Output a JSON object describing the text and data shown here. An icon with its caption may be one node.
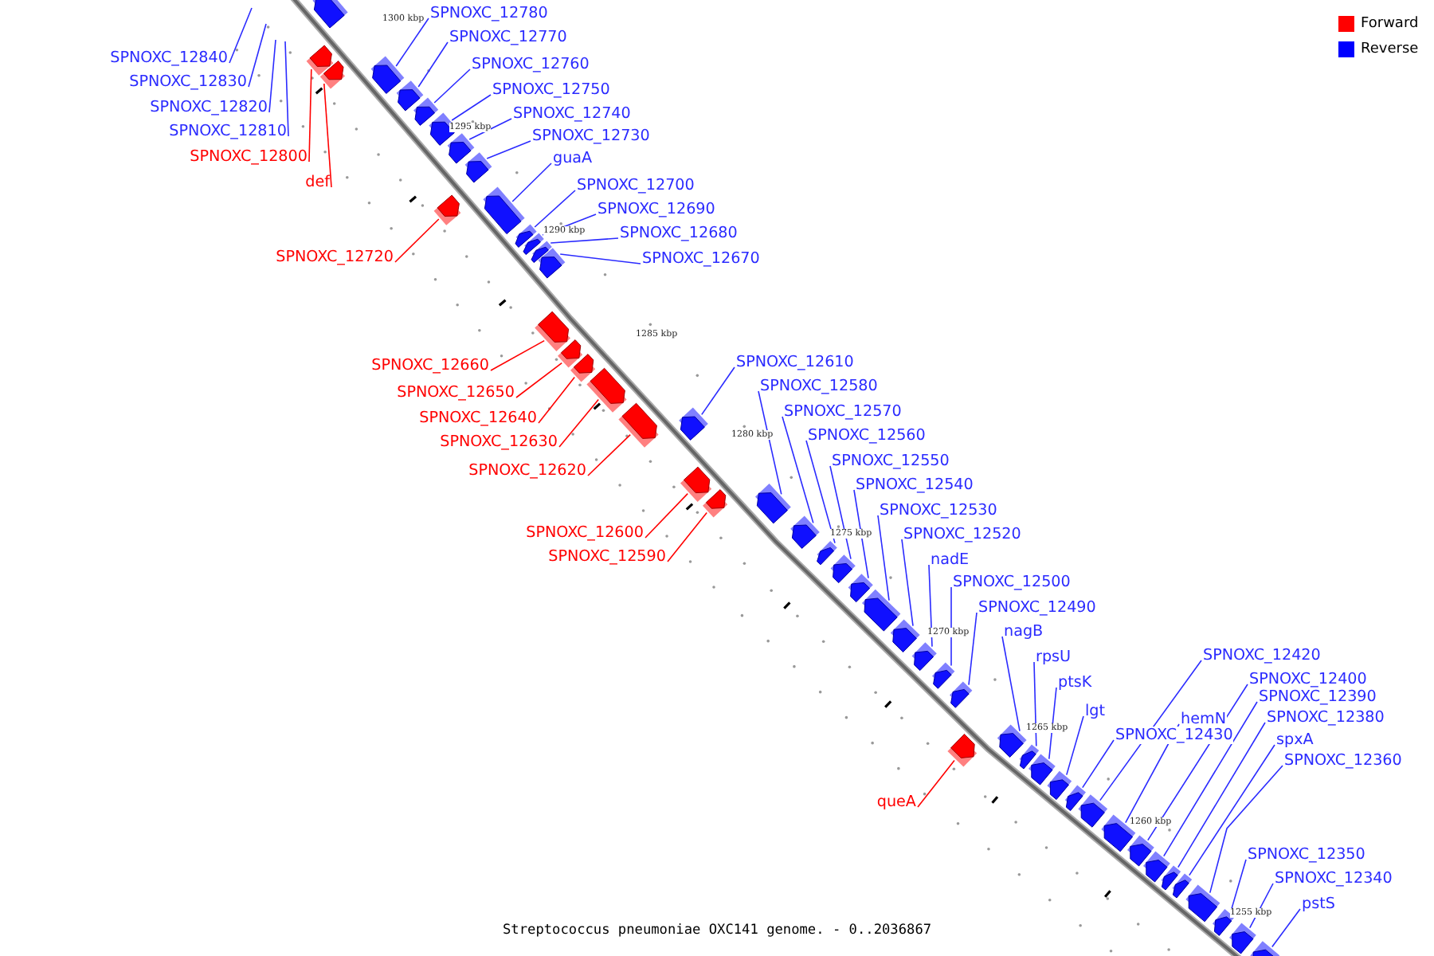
{
  "diagram": {
    "caption": "Streptococcus pneumoniae OXC141 genome. - 0..2036867",
    "nodes": [
      {
        "text": [
          "SPNOXC_12780"
        ]
      },
      {
        "text": [
          "SPNOXC_12840"
        ]
      },
      {
        "text": [
          "SPNOXC_12770"
        ]
      },
      {
        "text": [
          "SPNOXC_12760"
        ]
      },
      {
        "text": [
          "SPNOXC_12830"
        ]
      },
      {
        "text": [
          "SPNOXC_12750"
        ]
      },
      {
        "text": [
          "SPNOXC_12820"
        ]
      },
      {
        "text": [
          "SPNOXC_12740"
        ]
      },
      {
        "text": [
          "SPNOXC_12810"
        ]
      },
      {
        "text": [
          "SPNOXC_12730"
        ]
      },
      {
        "text": [
          "SPNOXC_12800"
        ]
      },
      {
        "text": [
          "guaA"
        ]
      },
      {
        "text": [
          "def"
        ]
      },
      {
        "text": [
          "SPNOXC_12700"
        ]
      },
      {
        "text": [
          "SPNOXC_12690"
        ]
      },
      {
        "text": [
          "SPNOXC_12680"
        ]
      },
      {
        "text": [
          "SPNOXC_12720"
        ]
      },
      {
        "text": [
          "SPNOXC_12670"
        ]
      },
      {
        "text": [
          "SPNOXC_12610"
        ]
      },
      {
        "text": [
          "SPNOXC_12660"
        ]
      },
      {
        "text": [
          "SPNOXC_12580"
        ]
      },
      {
        "text": [
          "SPNOXC_12650"
        ]
      },
      {
        "text": [
          "SPNOXC_12570"
        ]
      },
      {
        "text": [
          "SPNOXC_12640"
        ]
      },
      {
        "text": [
          "SPNOXC_12560"
        ]
      },
      {
        "text": [
          "SPNOXC_12630"
        ]
      },
      {
        "text": [
          "SPNOXC_12550"
        ]
      },
      {
        "text": [
          "SPNOXC_12620"
        ]
      },
      {
        "text": [
          "SPNOXC_12540"
        ]
      },
      {
        "text": [
          "SPNOXC_12530"
        ]
      },
      {
        "text": [
          "SPNOXC_12600"
        ]
      },
      {
        "text": [
          "SPNOXC_12520"
        ]
      },
      {
        "text": [
          "SPNOXC_12590"
        ]
      },
      {
        "text": [
          "nadE"
        ]
      },
      {
        "text": [
          "SPNOXC_12500"
        ]
      },
      {
        "text": [
          "SPNOXC_12490"
        ]
      },
      {
        "text": [
          "nagB"
        ]
      },
      {
        "text": [
          "rpsU"
        ]
      },
      {
        "text": [
          "SPNOXC_12420"
        ]
      },
      {
        "text": [
          "SPNOXC_12400"
        ]
      },
      {
        "text": [
          "ptsK"
        ]
      },
      {
        "text": [
          "SPNOXC_12390"
        ]
      },
      {
        "text": [
          "lgt"
        ]
      },
      {
        "text": [
          "hemN"
        ]
      },
      {
        "text": [
          "SPNOXC_12380"
        ]
      },
      {
        "text": [
          "SPNOXC_12430"
        ]
      },
      {
        "text": [
          "spxA"
        ]
      },
      {
        "text": [
          "SPNOXC_12360"
        ]
      },
      {
        "text": [
          "queA"
        ]
      },
      {
        "text": [
          "SPNOXC_12350"
        ]
      },
      {
        "text": [
          "SPNOXC_12340"
        ]
      },
      {
        "text": [
          "pstS"
        ]
      },
      {
        "text": [],
        "shape": "bar"
      },
      {
        "text": [],
        "shape": "bar"
      },
      {
        "text": [],
        "shape": "bar"
      },
      {
        "text": [],
        "shape": "bar"
      },
      {
        "text": [],
        "shape": "bar"
      },
      {
        "text": [],
        "shape": "bar"
      },
      {
        "text": [],
        "shape": "bar"
      },
      {
        "text": [],
        "shape": "bar"
      },
      {
        "text": [],
        "shape": "bar"
      },
      {
        "text": [],
        "shape": "bar"
      },
      {
        "text": [],
        "shape": "bar"
      },
      {
        "text": [],
        "shape": "bar"
      },
      {
        "text": [],
        "shape": "bar"
      },
      {
        "text": [],
        "shape": "bar"
      },
      {
        "text": [],
        "shape": "bar"
      },
      {
        "text": [],
        "shape": "bar"
      },
      {
        "text": [],
        "shape": "bar"
      },
      {
        "text": [],
        "shape": "bar"
      },
      {
        "text": [],
        "shape": "bar"
      },
      {
        "text": [],
        "shape": "bar"
      },
      {
        "text": [],
        "shape": "bar"
      },
      {
        "text": [],
        "shape": "bar"
      },
      {
        "text": [],
        "shape": "bar"
      },
      {
        "text": [],
        "shape": "bar"
      },
      {
        "text": [],
        "shape": "bar"
      },
      {
        "text": [],
        "shape": "bar"
      },
      {
        "text": [],
        "shape": "bar"
      },
      {
        "text": [],
        "shape": "bar"
      },
      {
        "text": [],
        "shape": "bar"
      },
      {
        "text": [],
        "shape": "bar"
      },
      {
        "text": [],
        "shape": "bar"
      },
      {
        "text": [],
        "shape": "bar"
      },
      {
        "text": [],
        "shape": "bar"
      },
      {
        "text": [],
        "shape": "bar"
      },
      {
        "text": [],
        "shape": "bar"
      },
      {
        "text": [],
        "shape": "bar"
      },
      {
        "text": [],
        "shape": "bar"
      },
      {
        "text": [],
        "shape": "bar"
      },
      {
        "text": [],
        "shape": "bar"
      },
      {
        "text": [],
        "shape": "bar"
      },
      {
        "text": [],
        "shape": "bar"
      },
      {
        "text": [],
        "shape": "bar"
      },
      {
        "text": [],
        "shape": "bar"
      },
      {
        "text": [],
        "shape": "bar"
      },
      {
        "text": [],
        "shape": "bar"
      },
      {
        "text": [],
        "shape": "bar"
      },
      {
        "text": [],
        "shape": "bar"
      },
      {
        "text": [],
        "shape": "bar"
      },
      {
        "text": [],
        "shape": "bar"
      }
    ],
    "edges": [
      {
        "from": 0,
        "to": 55,
        "arrow": "none"
      },
      {
        "from": 1,
        "to": null,
        "arrow": "none"
      },
      {
        "from": 2,
        "to": 56,
        "arrow": "none"
      },
      {
        "from": 3,
        "to": 57,
        "arrow": "none"
      },
      {
        "from": 4,
        "to": null,
        "arrow": "none"
      },
      {
        "from": 5,
        "to": 58,
        "arrow": "none"
      },
      {
        "from": 6,
        "to": null,
        "arrow": "none"
      },
      {
        "from": 7,
        "to": 59,
        "arrow": "none"
      },
      {
        "from": 8,
        "to": null,
        "arrow": "none"
      },
      {
        "from": 9,
        "to": 60,
        "arrow": "none"
      },
      {
        "from": 10,
        "to": 53,
        "arrow": "none",
        "color": "#ff0000"
      },
      {
        "from": 11,
        "to": 62,
        "arrow": "none"
      },
      {
        "from": 12,
        "to": 54,
        "arrow": "none",
        "color": "#ff0000"
      },
      {
        "from": 13,
        "to": 63,
        "arrow": "none"
      },
      {
        "from": 14,
        "to": 64,
        "arrow": "none"
      },
      {
        "from": 15,
        "to": 65,
        "arrow": "none"
      },
      {
        "from": 16,
        "to": 61,
        "arrow": "none",
        "color": "#ff0000"
      },
      {
        "from": 17,
        "to": 66,
        "arrow": "none"
      },
      {
        "from": 18,
        "to": 72,
        "arrow": "none"
      },
      {
        "from": 19,
        "to": 67,
        "arrow": "none",
        "color": "#ff0000"
      },
      {
        "from": 20,
        "to": 75,
        "arrow": "none"
      },
      {
        "from": 21,
        "to": 68,
        "arrow": "none",
        "color": "#ff0000"
      },
      {
        "from": 22,
        "to": 76,
        "arrow": "none"
      },
      {
        "from": 23,
        "to": 69,
        "arrow": "none",
        "color": "#ff0000"
      },
      {
        "from": 24,
        "to": 77,
        "arrow": "none"
      },
      {
        "from": 25,
        "to": 70,
        "arrow": "none",
        "color": "#ff0000"
      },
      {
        "from": 26,
        "to": 78,
        "arrow": "none"
      },
      {
        "from": 27,
        "to": 71,
        "arrow": "none",
        "color": "#ff0000"
      },
      {
        "from": 28,
        "to": 79,
        "arrow": "none"
      },
      {
        "from": 29,
        "to": 80,
        "arrow": "none"
      },
      {
        "from": 30,
        "to": 73,
        "arrow": "none",
        "color": "#ff0000"
      },
      {
        "from": 31,
        "to": 81,
        "arrow": "none"
      },
      {
        "from": 32,
        "to": 74,
        "arrow": "none",
        "color": "#ff0000"
      },
      {
        "from": 33,
        "to": 82,
        "arrow": "none"
      },
      {
        "from": 34,
        "to": 83,
        "arrow": "none"
      },
      {
        "from": 35,
        "to": 84,
        "arrow": "none"
      },
      {
        "from": 36,
        "to": 86,
        "arrow": "none"
      },
      {
        "from": 37,
        "to": 87,
        "arrow": "none"
      },
      {
        "from": 38,
        "to": 91,
        "arrow": "none"
      },
      {
        "from": 39,
        "to": 93,
        "arrow": "none"
      },
      {
        "from": 40,
        "to": 88,
        "arrow": "none"
      },
      {
        "from": 41,
        "to": 94,
        "arrow": "none"
      },
      {
        "from": 42,
        "to": 89,
        "arrow": "none"
      },
      {
        "from": 43,
        "to": 92,
        "arrow": "none"
      },
      {
        "from": 44,
        "to": 95,
        "arrow": "none"
      },
      {
        "from": 45,
        "to": 90,
        "arrow": "none"
      },
      {
        "from": 46,
        "to": 96,
        "arrow": "none"
      },
      {
        "from": 47,
        "to": 97,
        "arrow": "none"
      },
      {
        "from": 48,
        "to": 85,
        "arrow": "none",
        "color": "#ff0000"
      },
      {
        "from": 49,
        "to": 98,
        "arrow": "none"
      },
      {
        "from": 50,
        "to": 99,
        "arrow": "none"
      },
      {
        "from": 51,
        "to": 100,
        "arrow": "none"
      }
    ],
    "labels": [
      "1300 kbp",
      "1295 kbp",
      "1290 kbp",
      "1285 kbp",
      "1280 kbp",
      "1275 kbp",
      "1270 kbp",
      "1265 kbp",
      "1260 kbp",
      "1255 kbp"
    ],
    "legend": [
      {
        "text": "Forward",
        "color": "#ff0000"
      },
      {
        "text": "Reverse",
        "color": "#0000ff"
      }
    ]
  }
}
